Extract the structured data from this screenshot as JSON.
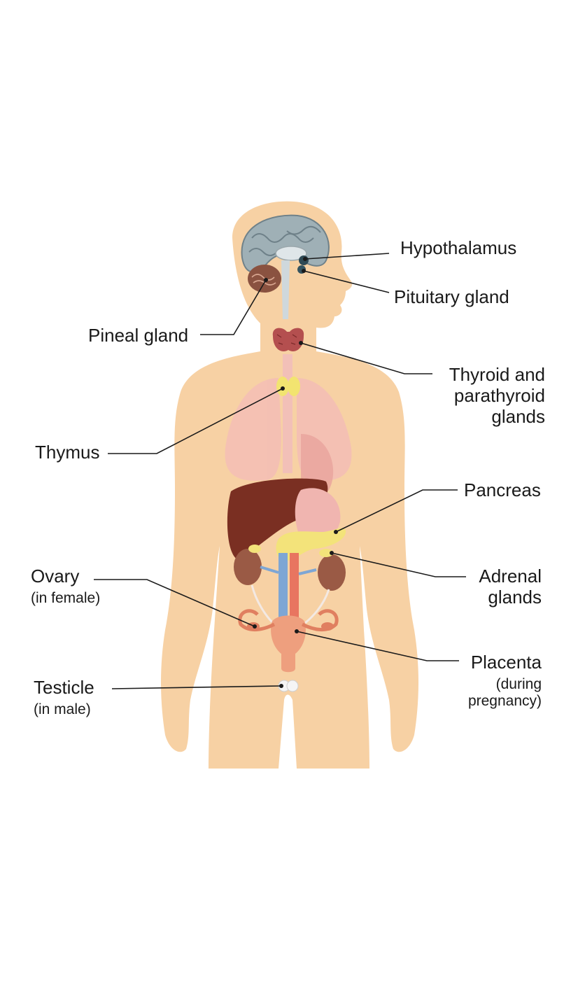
{
  "labels": {
    "hypothalamus": "Hypothalamus",
    "pituitary": "Pituitary gland",
    "pineal": "Pineal gland",
    "thyroid": [
      "Thyroid and",
      "parathyroid",
      "glands"
    ],
    "thymus": "Thymus",
    "pancreas": "Pancreas",
    "adrenal": [
      "Adrenal",
      "glands"
    ],
    "ovary": "Ovary",
    "ovary_note": "(in female)",
    "placenta": "Placenta",
    "placenta_note": [
      "(during",
      "pregnancy)"
    ],
    "testicle": "Testicle",
    "testicle_note": "(in male)"
  },
  "colors": {
    "skin": "#f7d1a4",
    "brain": "#9fb0b6",
    "cerebellum": "#8a5240",
    "thyroid": "#b44f4f",
    "thymus": "#f2e470",
    "lungs": "#f4c0b4",
    "liver": "#7a2f22",
    "stomach": "#f0b5b0",
    "pancreas": "#f3e37a",
    "kidney": "#9a5a45",
    "aorta": "#e87560",
    "vena_cava": "#7ea6d4",
    "uterus": "#ee9f7e",
    "leader_line": "#1a1a1a"
  },
  "icons": {
    "hypothalamus": "hypothalamus-marker-icon",
    "pituitary": "pituitary-marker-icon"
  }
}
